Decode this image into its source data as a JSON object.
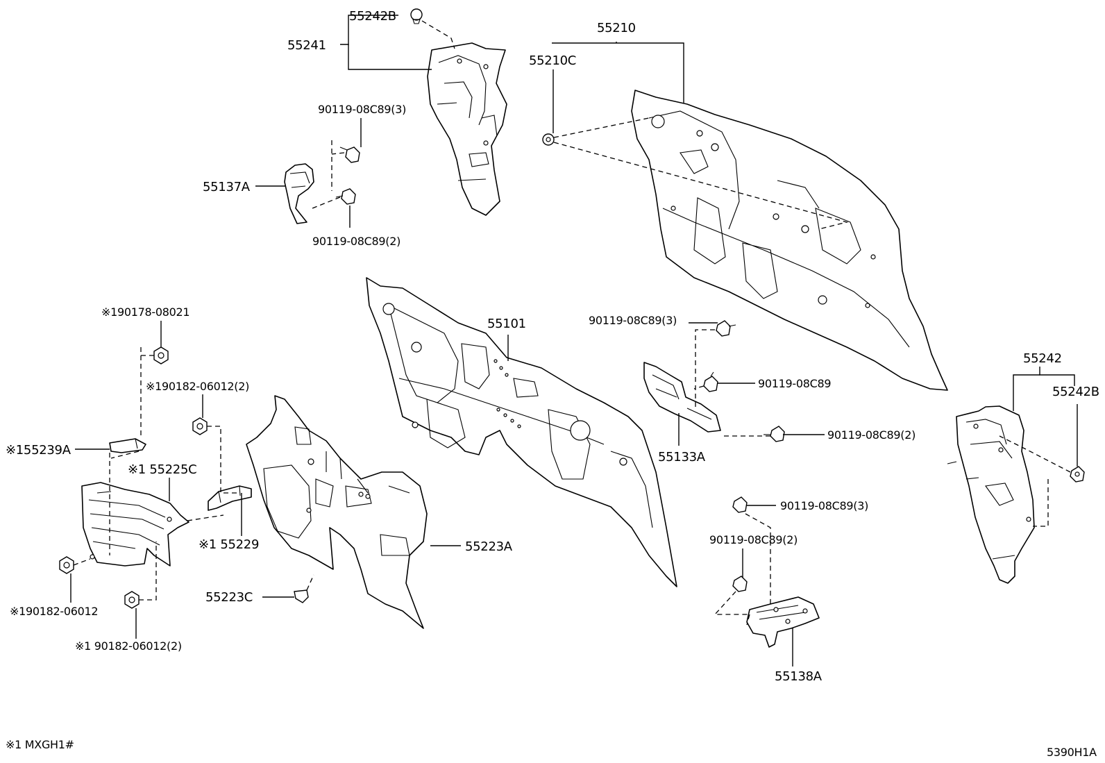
{
  "diagram": {
    "callouts": {
      "p55242B_top": "55242B",
      "p55241": "55241",
      "p55210": "55210",
      "p55210C": "55210C",
      "bolt_3_top": "90119-08C89(3)",
      "p55137A": "55137A",
      "bolt_2_top": "90119-08C89(2)",
      "nut_90178": "※190178-08021",
      "nut_90182_2a": "※190182-06012(2)",
      "p55239A": "※155239A",
      "p55225C": "※1 55225C",
      "p55229": "※1 55229",
      "p55223C": "55223C",
      "p55223A": "55223A",
      "p55101": "55101",
      "nut_90182_b": "※190182-06012",
      "nut_90182_2b": "※1 90182-06012(2)",
      "bolt_3_mid": "90119-08C89(3)",
      "bolt_mid": "90119-08C89",
      "bolt_2_mid": "90119-08C89(2)",
      "p55133A": "55133A",
      "bolt_3_low": "90119-08C89(3)",
      "bolt_2_low": "90119-08C89(2)",
      "p55138A": "55138A",
      "p55242": "55242",
      "p55242B_right": "55242B"
    },
    "footnote": "※1 MXGH1#",
    "diagram_code": "5390H1A"
  }
}
